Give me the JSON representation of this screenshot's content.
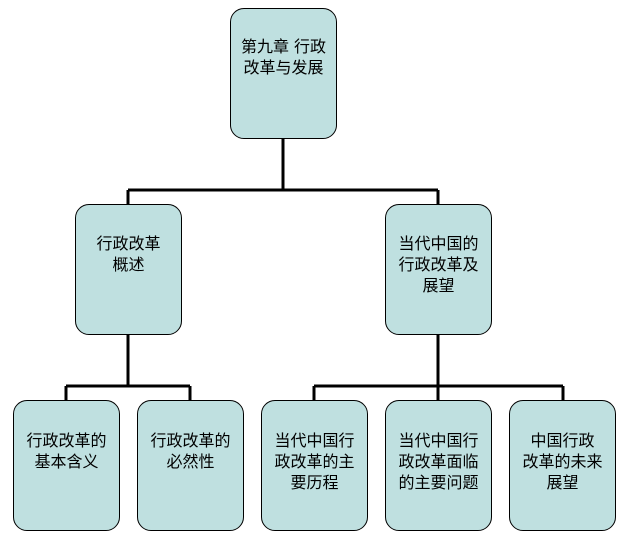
{
  "diagram": {
    "root": {
      "label": "第九章  行政\n改革与发展"
    },
    "level1": [
      {
        "label": "行政改革\n概述"
      },
      {
        "label": "当代中国的\n行政改革及\n展望"
      }
    ],
    "level2": [
      {
        "label": "行政改革的\n基本含义"
      },
      {
        "label": "行政改革的\n必然性"
      },
      {
        "label": "当代中国行\n政改革的主\n要历程"
      },
      {
        "label": "当代中国行\n政改革面临\n的主要问题"
      },
      {
        "label": "中国行政\n改革的未来\n展望"
      }
    ],
    "colors": {
      "node_fill": "#bfe0e0",
      "node_border": "#000000",
      "connector": "#000000"
    }
  }
}
